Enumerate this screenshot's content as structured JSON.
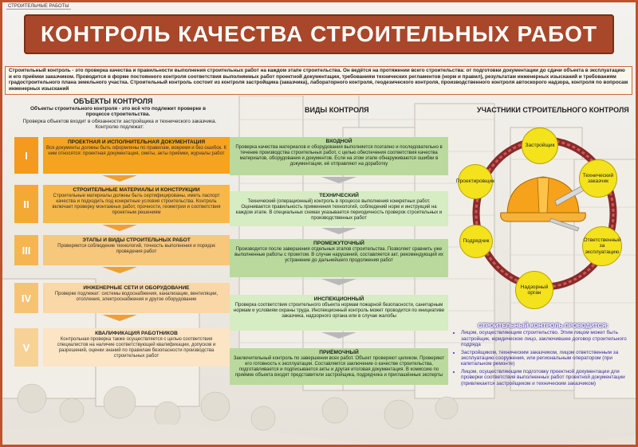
{
  "header": {
    "tag": "СТРОИТЕЛЬНЫЕ РАБОТЫ",
    "title": "КОНТРОЛЬ КАЧЕСТВА СТРОИТЕЛЬНЫХ РАБОТ"
  },
  "intro": "Строительный контроль - это проверка качества и правильности выполнения строительных работ на каждом этапе строительства. Он ведётся на протяжении всего строительства: от подготовки документации до сдачи объекта в эксплуатацию и его приёмки заказчиком. Проводится в форме постоянного контроля соответствия выполняемых работ проектной документации, требованиям технических регламентов (норм и правил), результатам инженерных изысканий и требованиям градостроительного плана земельного участка. Строительный контроль состоит из контроля застройщика (заказчика), лабораторного контроля, геодезического контроля, производственного контроля автоскорого надзора, контроля по вопросам инженерных изысканий",
  "objects": {
    "title": "ОБЪЕКТЫ КОНТРОЛЯ",
    "subtitle": "Объекты строительного контроля - это всё что подлежит проверке в процессе строительства.",
    "note": "Проверка объектов входит в обязанности застройщика и технического заказчика. Контролю подлежат:",
    "items": [
      {
        "num": "I",
        "title": "ПРОЕКТНАЯ И ИСПОЛНИТЕЛЬНАЯ ДОКУМЕНТАЦИЯ",
        "text": "Вся документы должны быть оформлены по правилам, вовремя и без ошибок. К ним относятся: проектная документация, сметы, акты приёмки, журналы работ"
      },
      {
        "num": "II",
        "title": "СТРОИТЕЛЬНЫЕ МАТЕРИАЛЫ И КОНСТРУКЦИИ",
        "text": "Строительные материалы должны быть сертифицированы, иметь паспорт качества и подходить под конкретные условия строительства. Контроль включает проверку монтажных работ, прочности, геометрии и соответствия проектным решениям"
      },
      {
        "num": "III",
        "title": "ЭТАПЫ И ВИДЫ СТРОИТЕЛЬНЫХ РАБОТ",
        "text": "Проверяется соблюдение технологий, точность выполнения и порядок проведения работ"
      },
      {
        "num": "IV",
        "title": "ИНЖЕНЕРНЫЕ СЕТИ И ОБОРУДОВАНИЕ",
        "text": "Проверке подлежат: системы водоснабжения, канализации, вентиляции, отопления, электроснабжения и другое оборудование"
      },
      {
        "num": "V",
        "title": "КВАЛИФИКАЦИЯ РАБОТНИКОВ",
        "text": "Контрольная проверка также осуществляется с целью соответствия специалистов на наличие соответствующей квалификации, допусков и разрешений, оценки знаний по правилам безопасности производства строительных работ"
      }
    ]
  },
  "kinds": {
    "title": "ВИДЫ КОНТРОЛЯ",
    "items": [
      {
        "title": "ВХОДНОЙ",
        "text": "Проверка качества материалов и оборудования выполняется поэтапно и последовательно в течение производства строительных работ, с целью обеспечения соответствия качества материалов, оборудования и документов. Если на этом этапе обнаруживаются ошибки в документации, её отправляют на доработку"
      },
      {
        "title": "ТЕХНИЧЕСКИЙ",
        "text": "Технический (операционный) контроль в процессе выполнения конкретных работ. Оценивается правильность применения технологий, соблюдений норм и инструкций на каждом этапе. В специальных схемах указывается периодичность проверок строительных и производственных работ"
      },
      {
        "title": "ПРОМЕЖУТОЧНЫЙ",
        "text": "Производится после завершения отдельных этапов строительства. Позволяет сравнить уже выполненные работы с проектом. В случае нарушений, составляется акт, рекомендующий их устранение до дальнейшего продолжения работ"
      },
      {
        "title": "ИНСПЕКЦИОННЫЙ",
        "text": "Проверка соответствия строительного объекта нормам пожарной безопасности, санитарным нормам и условиям охраны труда. Инспекционный контроль может проводится по инициативе заказчика, надзорного органа или в случае жалобы"
      },
      {
        "title": "ПРИЁМОЧНЫЙ",
        "text": "Заключительный контроль по завершении всех работ. Объект проверяют целиком. Проверяют его готовность к эксплуатации. Составляется заключение о качестве строительства, подготавливается и подписывается акты и другая итоговая документация. В комиссию по приёмке объекта входят представители застройщика, подрядчика и приглашённые эксперты"
      }
    ]
  },
  "participants": {
    "title": "УЧАСТНИКИ СТРОИТЕЛЬНОГО КОНТРОЛЯ",
    "circles": [
      "Застройщик",
      "Технический заказчик",
      "Ответственный за эксплуатацию",
      "Надзорный орган",
      "Подрядчик",
      "Проектировщик"
    ],
    "box_title": "СТРОИТЕЛЬНЫЙ КОНТРОЛЬ ПРОВОДИТСЯ:",
    "box_items": [
      "Лицом, осуществляющим строительство. Этим лицом может быть застройщик, юридическое лицо, заключившее договор строительного подряда",
      "Застройщиком, техническим заказчиком, лицом ответственным за эксплуатацию сооружения, или региональным оператором (при капитальном ремонте)",
      "Лицом, осуществляющим подготовку проектной документации для проверки соответствия выполненных работ проектной документации (привлекается застройщиком и техническим заказчиком)"
    ]
  },
  "colors": {
    "title_bg": "#a9472a",
    "obj_item_colors": [
      "#f4a41e",
      "#f6b84a",
      "#f7c77c",
      "#f9d7a6",
      "#fbe5c4"
    ],
    "circle_fill": "#f3e21c",
    "kinds_green": "#b5d79a",
    "participants_text": "#3b2aa0"
  }
}
